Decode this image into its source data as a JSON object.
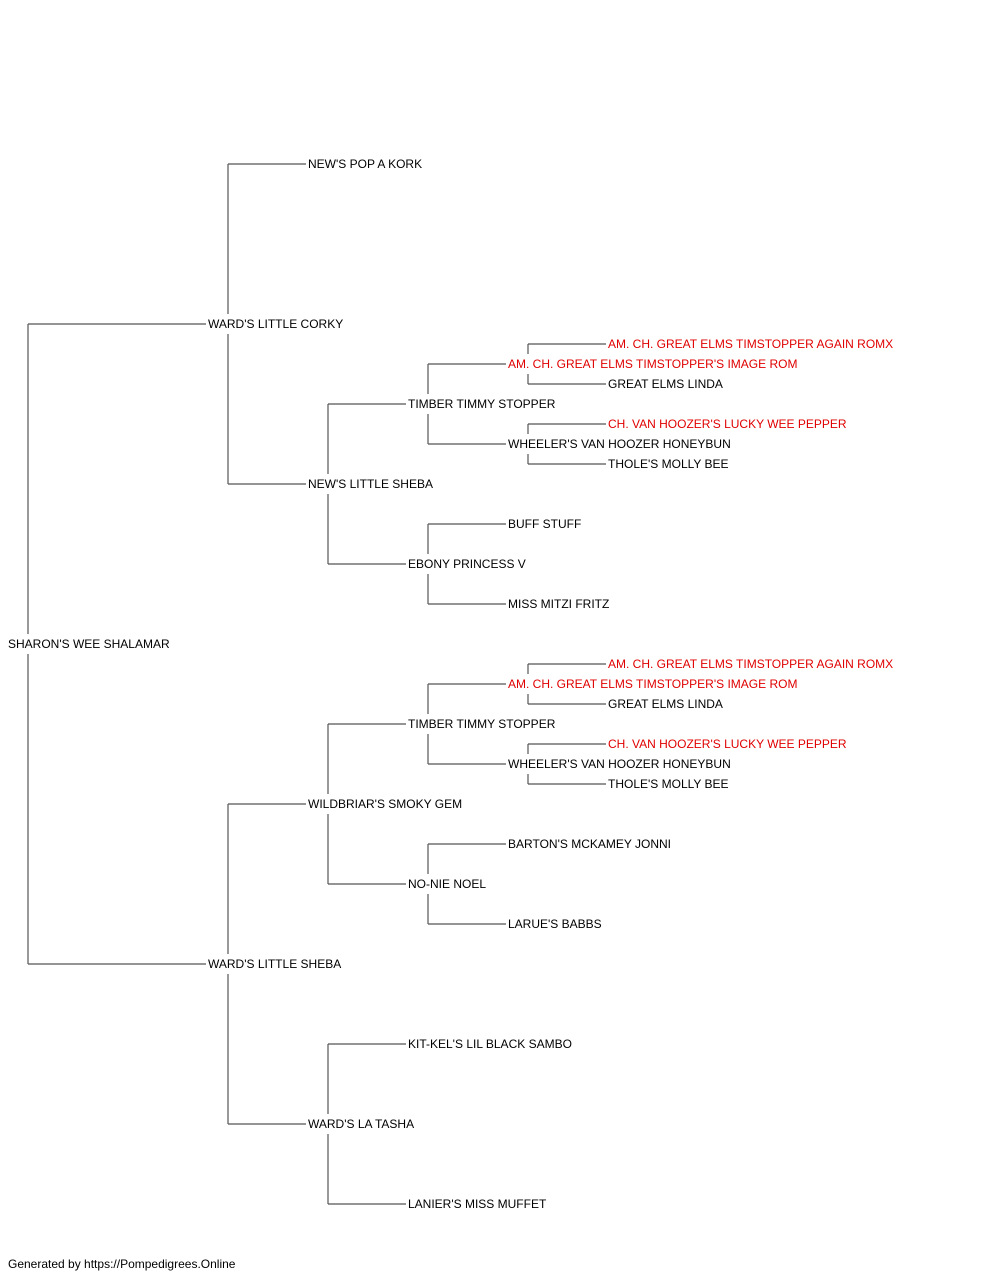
{
  "colors": {
    "line": "#555555",
    "text": "#000000",
    "champion": "#e00000"
  },
  "pedigree": {
    "subject": {
      "name": "SHARON'S WEE SHALAMAR",
      "champion": false
    },
    "sire": {
      "name": "WARD'S LITTLE CORKY",
      "champion": false,
      "sire": {
        "name": "NEW'S POP A KORK",
        "champion": false
      },
      "dam": {
        "name": "NEW'S LITTLE SHEBA",
        "champion": false,
        "sire": {
          "name": "TIMBER TIMMY STOPPER",
          "champion": false,
          "sire": {
            "name": "AM. CH. GREAT ELMS TIMSTOPPER'S IMAGE ROM",
            "champion": true,
            "sire": {
              "name": "AM. CH. GREAT ELMS TIMSTOPPER AGAIN ROMX",
              "champion": true
            },
            "dam": {
              "name": "GREAT ELMS LINDA",
              "champion": false
            }
          },
          "dam": {
            "name": "WHEELER'S VAN HOOZER HONEYBUN",
            "champion": false,
            "sire": {
              "name": "CH. VAN HOOZER'S LUCKY WEE PEPPER",
              "champion": true
            },
            "dam": {
              "name": "THOLE'S MOLLY BEE",
              "champion": false
            }
          }
        },
        "dam": {
          "name": "EBONY PRINCESS V",
          "champion": false,
          "sire": {
            "name": "BUFF STUFF",
            "champion": false
          },
          "dam": {
            "name": "MISS MITZI FRITZ",
            "champion": false
          }
        }
      }
    },
    "dam": {
      "name": "WARD'S LITTLE SHEBA",
      "champion": false,
      "sire": {
        "name": "WILDBRIAR'S SMOKY GEM",
        "champion": false,
        "sire": {
          "name": "TIMBER TIMMY STOPPER",
          "champion": false,
          "sire": {
            "name": "AM. CH. GREAT ELMS TIMSTOPPER'S IMAGE ROM",
            "champion": true,
            "sire": {
              "name": "AM. CH. GREAT ELMS TIMSTOPPER AGAIN ROMX",
              "champion": true
            },
            "dam": {
              "name": "GREAT ELMS LINDA",
              "champion": false
            }
          },
          "dam": {
            "name": "WHEELER'S VAN HOOZER HONEYBUN",
            "champion": false,
            "sire": {
              "name": "CH. VAN HOOZER'S LUCKY WEE PEPPER",
              "champion": true
            },
            "dam": {
              "name": "THOLE'S MOLLY BEE",
              "champion": false
            }
          }
        },
        "dam": {
          "name": "NO-NIE NOEL",
          "champion": false,
          "sire": {
            "name": "BARTON'S MCKAMEY JONNI",
            "champion": false
          },
          "dam": {
            "name": "LARUE'S BABBS",
            "champion": false
          }
        }
      },
      "dam": {
        "name": "WARD'S LA TASHA",
        "champion": false,
        "sire": {
          "name": "KIT-KEL'S LIL BLACK SAMBO",
          "champion": false
        },
        "dam": {
          "name": "LANIER'S MISS MUFFET",
          "champion": false
        }
      }
    }
  },
  "footer": "Generated by https://Pompedigrees.Online"
}
